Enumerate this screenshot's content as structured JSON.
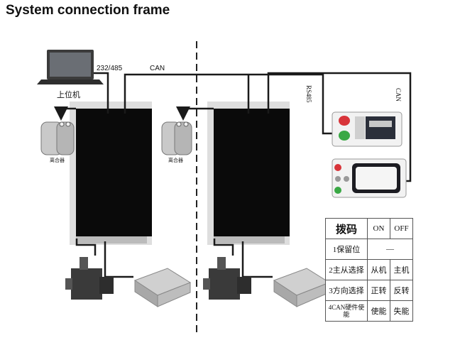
{
  "title": "System connection frame",
  "labels": {
    "host": "上位机",
    "link_232_485": "232/485",
    "can_top": "CAN",
    "rs485": "RS485",
    "can_right": "CAN",
    "coupler_left": "离合器",
    "coupler_right": "离合器"
  },
  "dip_table": {
    "header": [
      "拨码",
      "ON",
      "OFF"
    ],
    "rows": [
      {
        "name": "1保留位",
        "on": "—",
        "off": ""
      },
      {
        "name": "2主从选择",
        "on": "从机",
        "off": "主机"
      },
      {
        "name": "3方向选择",
        "on": "正转",
        "off": "反转"
      },
      {
        "name": "4CAN硬件使能",
        "on": "使能",
        "off": "失能"
      }
    ]
  },
  "colors": {
    "driver": "#0a0a0a",
    "wire": "#1a1a1a",
    "led_red": "#d8343a",
    "led_green": "#39a844"
  }
}
